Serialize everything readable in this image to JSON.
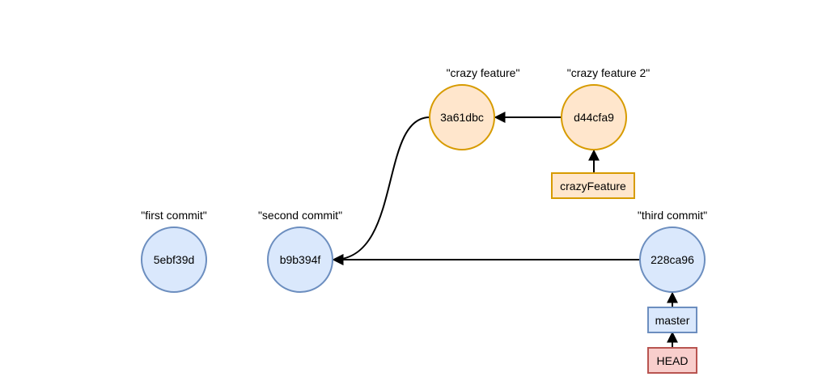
{
  "colors": {
    "main_fill": "#dae8fc",
    "main_stroke": "#6c8ebf",
    "feature_fill": "#ffe6cc",
    "feature_stroke": "#d79b00",
    "head_fill": "#f8cecc",
    "head_stroke": "#b85450",
    "edge": "#000000"
  },
  "commits": {
    "c1": {
      "hash": "5ebf39d",
      "message": "\"first commit\""
    },
    "c2": {
      "hash": "b9b394f",
      "message": "\"second commit\""
    },
    "c3": {
      "hash": "228ca96",
      "message": "\"third commit\""
    },
    "f1": {
      "hash": "3a61dbc",
      "message": "\"crazy feature\""
    },
    "f2": {
      "hash": "d44cfa9",
      "message": "\"crazy feature 2\""
    }
  },
  "refs": {
    "crazy_feature": "crazyFeature",
    "master": "master",
    "head": "HEAD"
  }
}
